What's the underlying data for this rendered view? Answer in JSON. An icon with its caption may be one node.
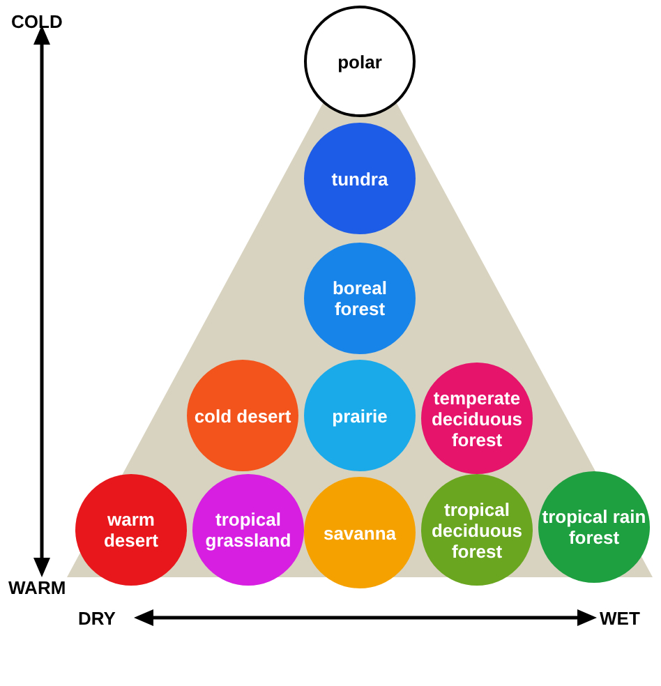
{
  "diagram": {
    "nodes": [
      {
        "text": [
          "polar"
        ]
      },
      {
        "text": [
          "tundra"
        ]
      },
      {
        "text": [
          "boreal forest"
        ]
      },
      {
        "text": [
          "cold desert"
        ]
      },
      {
        "text": [
          "prairie"
        ]
      },
      {
        "text": [
          "temperate deciduous forest"
        ]
      },
      {
        "text": [
          "warm desert"
        ]
      },
      {
        "text": [
          "tropical grassland"
        ]
      },
      {
        "text": [
          "savanna"
        ]
      },
      {
        "text": [
          "tropical deciduous forest"
        ]
      },
      {
        "text": [
          "tropical rain forest"
        ]
      }
    ],
    "labels": [
      "COLD",
      "WARM",
      "DRY",
      "WET"
    ]
  }
}
